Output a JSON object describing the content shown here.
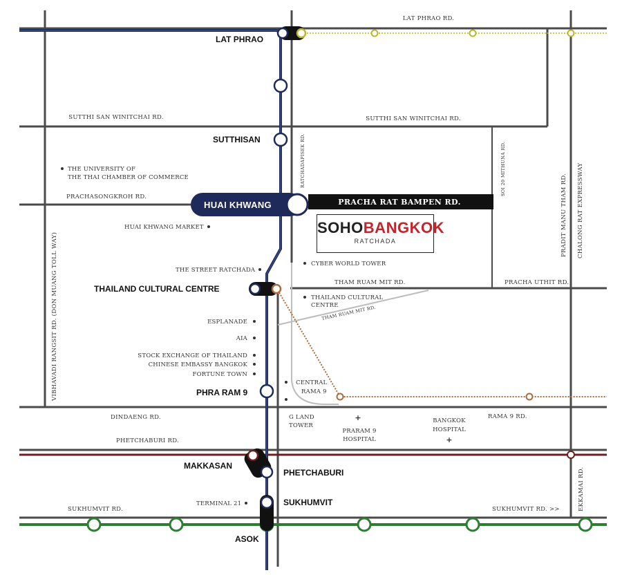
{
  "roads": {
    "lat_phrao": "LAT PHRAO RD.",
    "sutthi_left": "SUTTHI SAN WINITCHAI RD.",
    "sutthi_right": "SUTTHI SAN WINITCHAI RD.",
    "prachasongkroh": "PRACHASONGKROH RD.",
    "pracha_rat": "PRACHA RAT BAMPEN RD.",
    "ratchadapisek": "RATCHADAPISEK RD.",
    "soi20": "SOI 20 MITHUNA RD.",
    "pradit": "PRADIT MANU THAM RD.",
    "chalong": "CHALONG RAT EXPRESSWAY",
    "vibhavadi": "VIBHAVADI RANGSIT RD. (DON MUANG TOLL WAY)",
    "tham_ruam": "THAM RUAM MIT RD.",
    "tham_ruam_small": "THAM RUAM MIT RD.",
    "pracha_uthit": "PRACHA UTHIT RD.",
    "dindaeng": "DINDAENG RD.",
    "rama9": "RAMA 9 RD.",
    "phetchaburi": "PHETCHABURI RD.",
    "sukhumvit_left": "SUKHUMVIT RD.",
    "sukhumvit_right": "SUKHUMVIT RD. >>",
    "ekkamai": "EKKAMAI RD."
  },
  "stations": {
    "lat_phrao": "LAT PHRAO",
    "sutthisan": "SUTTHISAN",
    "huai_khwang": "HUAI KHWANG",
    "thailand_cultural_centre": "THAILAND CULTURAL CENTRE",
    "phra_ram_9": "PHRA RAM 9",
    "makkasan": "MAKKASAN",
    "phetchaburi": "PHETCHABURI",
    "sukhumvit": "SUKHUMVIT",
    "asok": "ASOK"
  },
  "pois": {
    "university_1": "THE UNIVERSITY OF",
    "university_2": "THE THAI CHAMBER OF COMMERCE",
    "huai_khwang_market": "HUAI KHWANG MARKET",
    "street_ratchada": "THE STREET RATCHADA",
    "cyber_world": "CYBER WORLD TOWER",
    "tcc_1": "THAILAND CULTURAL",
    "tcc_2": "CENTRE",
    "esplanade": "ESPLANADE",
    "aia": "AIA",
    "set": "STOCK EXCHANGE OF THAILAND",
    "chinese_embassy": "CHINESE EMBASSY BANGKOK",
    "fortune": "FORTUNE TOWN",
    "central_1": "CENTRAL",
    "central_2": "RAMA 9",
    "gland_1": "G LAND",
    "gland_2": "TOWER",
    "praram9_1": "PRARAM 9",
    "praram9_2": "HOSPITAL",
    "bkk_hosp_1": "BANGKOK",
    "bkk_hosp_2": "HOSPITAL",
    "terminal21": "TERMINAL 21"
  },
  "logo": {
    "soho": "SOHO",
    "bangkok": "BANGKOK",
    "sub": "RATCHADA"
  },
  "colors": {
    "mrt_blue": "#1e2a5a",
    "bts_green": "#2e7d32",
    "airport_link": "#6b1f1f",
    "yellow_line": "#c9c93a",
    "orange_line": "#b06a3a",
    "road": "#4a4a4a",
    "logo_red": "#c0262d"
  }
}
